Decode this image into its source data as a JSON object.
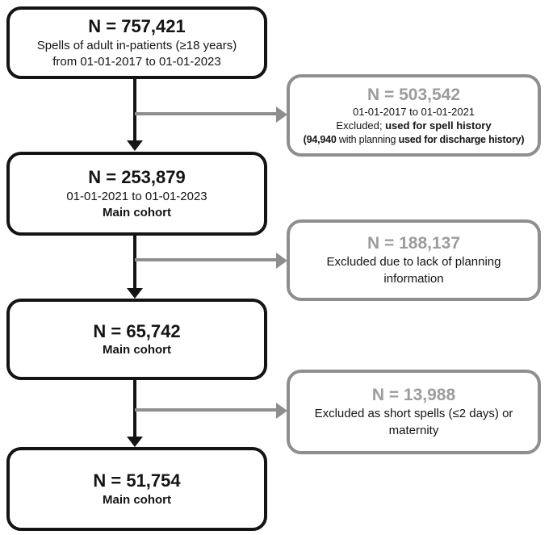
{
  "diagram": {
    "main_boxes": [
      {
        "n": "N = 757,421",
        "line1": "Spells of adult in-patients (≥18 years)",
        "line2": "from 01-01-2017 to 01-01-2023"
      },
      {
        "n": "N = 253,879",
        "line1": "01-01-2021 to 01-01-2023",
        "line2": "Main cohort"
      },
      {
        "n": "N = 65,742",
        "line1": "Main cohort"
      },
      {
        "n": "N = 51,754",
        "line1": "Main cohort"
      }
    ],
    "exclusion_boxes": [
      {
        "n": "N = 503,542",
        "dates": "01-01-2017 to 01-01-2021",
        "excluded_prefix": "Excluded; ",
        "excluded_bold": "used for spell history",
        "paren_bold_1": "(94,940",
        "paren_regular": " with planning ",
        "paren_bold_2": "used for discharge history)"
      },
      {
        "n": "N = 188,137",
        "text": "Excluded due to lack of planning information"
      },
      {
        "n": "N = 13,988",
        "text": "Excluded as short spells (≤2 days) or maternity"
      }
    ],
    "colors": {
      "main_box_border": "#141414",
      "exclusion_box_border": "#8e8e8e",
      "exclusion_n_text": "#9c9c9c",
      "down_arrow": "#141414",
      "branch_arrow": "#8e8e8e"
    }
  }
}
